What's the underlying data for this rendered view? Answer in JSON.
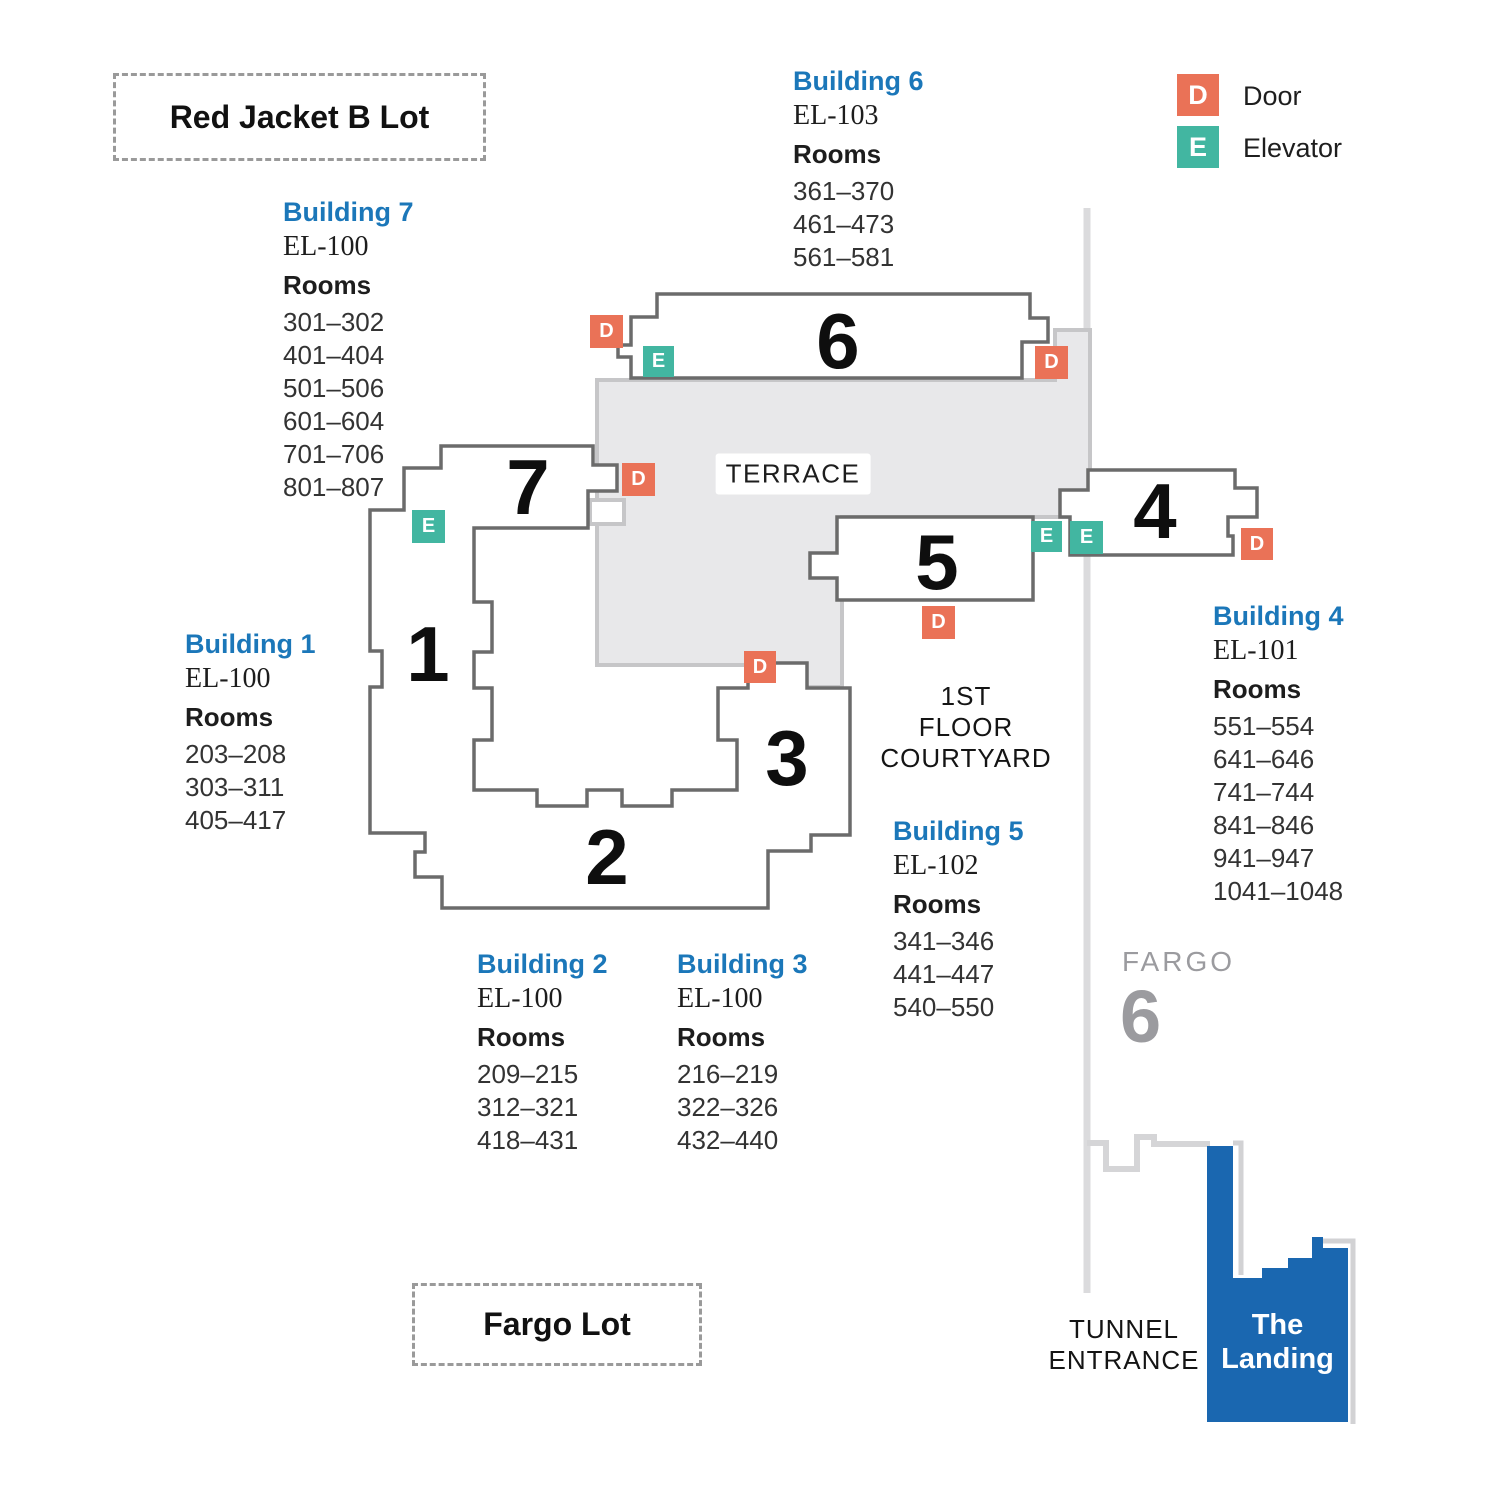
{
  "lots": {
    "red_jacket_label": "Red Jacket B Lot",
    "fargo_label": "Fargo Lot"
  },
  "legend": {
    "door_symbol": "D",
    "door_label": "Door",
    "elevator_symbol": "E",
    "elevator_label": "Elevator"
  },
  "areas": {
    "terrace_label": "TERRACE",
    "courtyard_line1": "1ST",
    "courtyard_line2": "FLOOR",
    "courtyard_line3": "COURTYARD",
    "fargo_street_name": "FARGO",
    "fargo_street_number": "6",
    "tunnel_line1": "TUNNEL",
    "tunnel_line2": "ENTRANCE",
    "landing_line1": "The",
    "landing_line2": "Landing"
  },
  "buildings": [
    {
      "number": "1",
      "title": "Building 1",
      "elevator": "EL-100",
      "rooms_label": "Rooms",
      "rooms": [
        "203–208",
        "303–311",
        "405–417"
      ]
    },
    {
      "number": "2",
      "title": "Building 2",
      "elevator": "EL-100",
      "rooms_label": "Rooms",
      "rooms": [
        "209–215",
        "312–321",
        "418–431"
      ]
    },
    {
      "number": "3",
      "title": "Building 3",
      "elevator": "EL-100",
      "rooms_label": "Rooms",
      "rooms": [
        "216–219",
        "322–326",
        "432–440"
      ]
    },
    {
      "number": "4",
      "title": "Building 4",
      "elevator": "EL-101",
      "rooms_label": "Rooms",
      "rooms": [
        "551–554",
        "641–646",
        "741–744",
        "841–846",
        "941–947",
        "1041–1048"
      ]
    },
    {
      "number": "5",
      "title": "Building 5",
      "elevator": "EL-102",
      "rooms_label": "Rooms",
      "rooms": [
        "341–346",
        "441–447",
        "540–550"
      ]
    },
    {
      "number": "6",
      "title": "Building 6",
      "elevator": "EL-103",
      "rooms_label": "Rooms",
      "rooms": [
        "361–370",
        "461–473",
        "561–581"
      ]
    },
    {
      "number": "7",
      "title": "Building 7",
      "elevator": "EL-100",
      "rooms_label": "Rooms",
      "rooms": [
        "301–302",
        "401–404",
        "501–506",
        "601–604",
        "701–706",
        "801–807"
      ]
    }
  ],
  "colors": {
    "accent_blue": "#1B77B9",
    "door_orange": "#EA7257",
    "elevator_teal": "#42B6A1",
    "landing_blue": "#1A67B0",
    "terrace_gray": "#E8E8EA",
    "outline_gray": "#6B6B6B"
  }
}
